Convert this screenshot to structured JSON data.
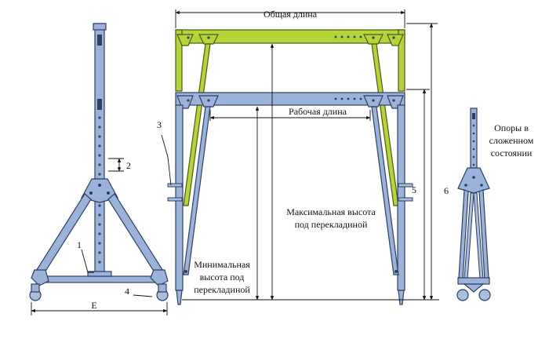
{
  "labels": {
    "total_length": "Общая длина",
    "working_length": "Рабочая длина",
    "max_height_line1": "Максимальная высота",
    "max_height_line2": "под перекладиной",
    "min_height_line1": "Минимальная",
    "min_height_line2": "высота под",
    "min_height_line3": "перекладиной",
    "folded_line1": "Опоры в",
    "folded_line2": "сложенном",
    "folded_line3": "состоянии",
    "callout_1": "1",
    "callout_2": "2",
    "callout_3": "3",
    "callout_4": "4",
    "callout_5": "5",
    "callout_6": "6",
    "callout_E": "E"
  },
  "colors": {
    "frame_blue": "#9bb3d8",
    "frame_green": "#b5d33a",
    "outline": "#2e3f63"
  }
}
